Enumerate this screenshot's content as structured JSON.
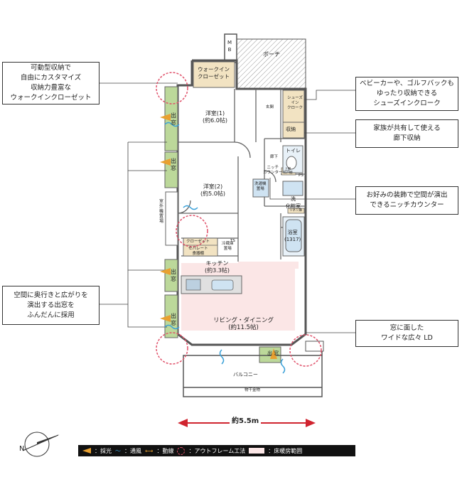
{
  "callouts": {
    "walk_in": "可動型収納で\n自由にカスタマイズ\n収納力豊富な\nウォークインクローゼット",
    "shoes": "ベビーカーや、ゴルフバックも\nゆったり収納できる\nシューズインクローク",
    "hall_storage": "家族が共有して使える\n廊下収納",
    "niche": "お好みの装飾で空間が演出\nできるニッチカウンター",
    "bay_window": "空間に奥行きと広がりを\n演出する出窓を\nふんだんに採用",
    "wide_ld": "窓に面した\nワイドな広々 LD"
  },
  "rooms": {
    "mb": "M\nB",
    "porch": "ポーチ",
    "walkin": "ウォークイン\nクローゼット",
    "western1": "洋室(1)\n(約6.0帖)",
    "western2": "洋室(2)\n(約5.0帖)",
    "entrance": "玄関",
    "shoes_in": "シューズ\nイン\nクローク",
    "storage": "収納",
    "hall": "廊下",
    "niche_counter": "ニッチ\nカウンター",
    "toilet": "トイレ",
    "upper_storage": "上部\n吊戸棚",
    "washer": "洗濯機\n置場",
    "washroom": "洗\n化粧室",
    "linen": "リネン庫",
    "bath": "浴室\n(1317)",
    "outdoor_unit": "室外機置場",
    "closet": "クローゼット",
    "separate": "セパレート\n食器棚",
    "fridge": "冷蔵庫\n置場",
    "kitchen": "キッチン\n(約3.3帖)",
    "living": "リビング・ダイニング\n(約11.5帖)",
    "balcony": "バルコニー",
    "rail": "物干金物",
    "bay": "出\n窓",
    "ps": "PS",
    "ts": "TS"
  },
  "dimension": "約5.5m",
  "compass": "N",
  "legend": {
    "light": "：採光",
    "wind": "：通風",
    "flow": "：動線",
    "outframe": "：アウトフレーム工法",
    "floor_heat": "：床暖房範囲"
  },
  "colors": {
    "floor_heat": "#fbe6e6",
    "bay_green": "#bcd89a",
    "wood": "#f2e3c2",
    "wet_blue": "#cfe3f2",
    "outframe": "#e0526b",
    "arrow_red": "#d0242f",
    "light_orange": "#e8a030",
    "wind_blue": "#3aa0d8"
  }
}
